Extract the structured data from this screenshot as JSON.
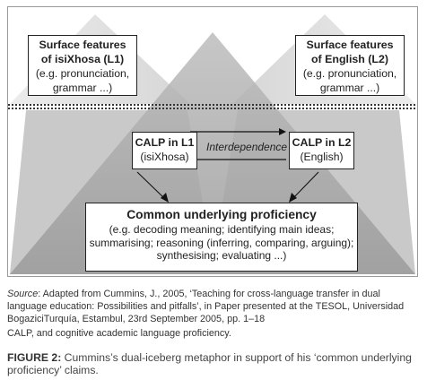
{
  "diagram": {
    "surface_l1": {
      "title_line1": "Surface features",
      "title_line2": "of isiXhosa (L1)",
      "line3": "(e.g. pronunciation,",
      "line4": "grammar ...)"
    },
    "surface_l2": {
      "title_line1": "Surface features",
      "title_line2": "of English (L2)",
      "line3": "(e.g. pronunciation,",
      "line4": "grammar ...)"
    },
    "calp_l1": {
      "title": "CALP in L1",
      "sub": "(isiXhosa)"
    },
    "calp_l2": {
      "title": "CALP in L2",
      "sub": "(English)"
    },
    "interdependence": "Interdependence",
    "cup": {
      "title": "Common underlying proficiency",
      "line1": "(e.g. decoding meaning; identifying main ideas;",
      "line2": "summarising; reasoning (inferring, comparing, arguing);",
      "line3": "synthesising; evaluating ...)"
    }
  },
  "notes": {
    "source_label": "Source",
    "source_text": ": Adapted from Cummins, J., 2005, ‘Teaching for cross-language transfer in dual language education: Possibilities and pitfalls’, in Paper presented at the TESOL, Universidad BogaziciTurquía, Estambul, 23rd September 2005, pp. 1–18",
    "abbreviation": "CALP, and cognitive academic language proficiency."
  },
  "caption": {
    "figure_number": "FIGURE 2:",
    "text": " Cummins’s dual-iceberg metaphor in support of his ‘common underlying proficiency’ claims."
  },
  "colors": {
    "tip_light": "#e6e6e6",
    "tip_dark": "#cfcfcf",
    "underwater_light": "#c4c4c4",
    "underwater_dark": "#8c8c8c",
    "waterline": "#333333"
  }
}
